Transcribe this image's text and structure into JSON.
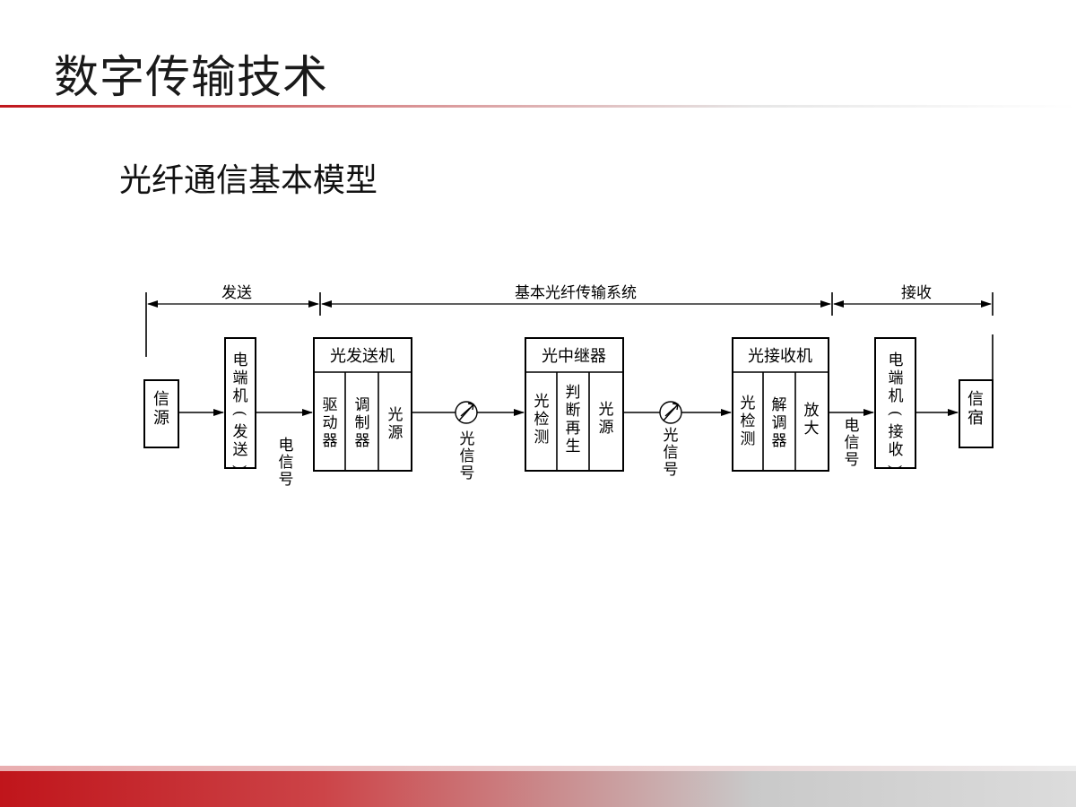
{
  "slide": {
    "title": "数字传输技术",
    "subtitle": "光纤通信基本模型"
  },
  "diagram": {
    "spans": {
      "send": "发送",
      "basic_system": "基本光纤传输系统",
      "receive": "接收"
    },
    "source": "信源",
    "terminal_send": "电端机(发送)",
    "electrical_signal_1": "电信号",
    "transmitter": {
      "title": "光发送机",
      "cells": [
        "驱动器",
        "调制器",
        "光源"
      ]
    },
    "optical_signal_1": "光信号",
    "repeater": {
      "title": "光中继器",
      "cells": [
        "光检测",
        "判断再生",
        "光源"
      ]
    },
    "optical_signal_2": "光信号",
    "receiver": {
      "title": "光接收机",
      "cells": [
        "光检测",
        "解调器",
        "放大"
      ]
    },
    "electrical_signal_2": "电信号",
    "terminal_receive": "电端机(接收)",
    "sink": "信宿"
  }
}
